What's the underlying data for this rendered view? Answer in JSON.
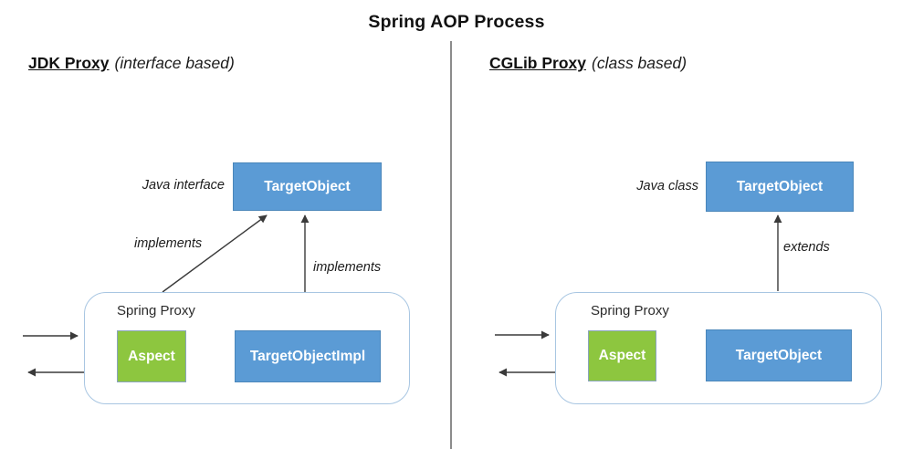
{
  "title": "Spring AOP Process",
  "panels": {
    "left": {
      "heading": "JDK Proxy",
      "heading_note": "(interface based)",
      "type_label": "Java interface",
      "top_box_label": "TargetObject",
      "diagonal_arrow_label": "implements",
      "vertical_arrow_label": "implements",
      "proxy_container_label": "Spring Proxy",
      "aspect_label": "Aspect",
      "target_label": "TargetObjectImpl"
    },
    "right": {
      "heading": "CGLib Proxy",
      "heading_note": "(class based)",
      "type_label": "Java class",
      "top_box_label": "TargetObject",
      "vertical_arrow_label": "extends",
      "proxy_container_label": "Spring Proxy",
      "aspect_label": "Aspect",
      "target_label": "TargetObject"
    }
  },
  "colors": {
    "box_blue": "#5b9bd5",
    "box_blue_border": "#4a86ba",
    "box_green": "#8dc63f",
    "box_green_border": "#8aa4bd",
    "container_border": "#a8c6e2",
    "arrow": "#3a3a3a",
    "divider": "#8c8c8c",
    "text_dark": "#1f1f1f"
  }
}
